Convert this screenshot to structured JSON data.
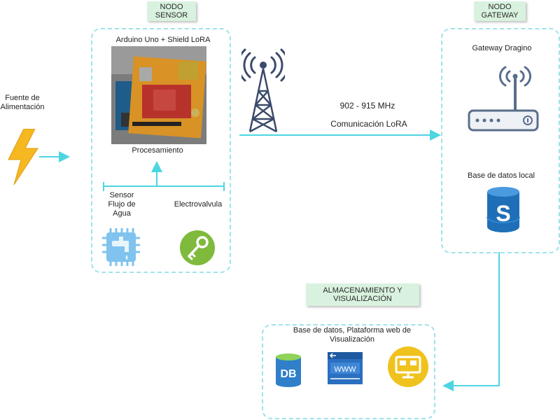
{
  "power": {
    "label_line1": "Fuente de",
    "label_line2": "Alimentación"
  },
  "sensor_node": {
    "tag_line1": "NODO",
    "tag_line2": "SENSOR",
    "board_title": "Arduino Uno + Shield LoRA",
    "processing_label": "Procesamiento",
    "sensor_label_line1": "Sensor",
    "sensor_label_line2": "Flujo de",
    "sensor_label_line3": "Agua",
    "valve_label": "Electrovalvula"
  },
  "link": {
    "frequency": "902 - 915 MHz",
    "protocol": "Comunicación LoRA"
  },
  "gateway_node": {
    "tag_line1": "NODO",
    "tag_line2": "GATEWAY",
    "gateway_label": "Gateway Dragino",
    "db_label": "Base de datos local"
  },
  "storage": {
    "tag_line1": "ALMACENAMIENTO Y",
    "tag_line2": "VISUALIZACIÓN",
    "desc_line1": "Base de datos, Plataforma web de",
    "desc_line2": "Visualización",
    "db_icon_text": "DB",
    "web_icon_text": "WWW"
  },
  "icons": [
    "lightning-icon",
    "antenna-tower-icon",
    "water-flow-sensor-icon",
    "key-icon",
    "router-icon",
    "sql-database-icon",
    "db-icon",
    "www-icon",
    "monitor-icon"
  ],
  "colors": {
    "connector": "#4dd6e2",
    "tag_bg": "#d9f2df",
    "box_border": "#9fe3ea"
  }
}
